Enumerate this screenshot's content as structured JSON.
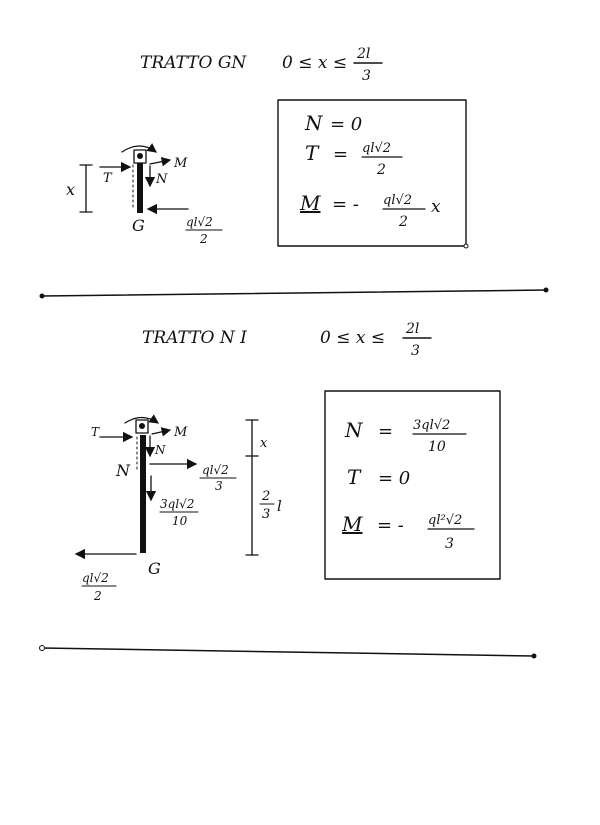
{
  "sections": [
    {
      "title": "TRATTO GN",
      "range": {
        "lower": "0 ≤ x ≤",
        "upper_num": "2l",
        "upper_den": "3"
      },
      "figure": {
        "coord_label": "x",
        "shear_label": "T",
        "normal_label": "N",
        "moment_label": "M",
        "node_label": "G",
        "load_num": "ql√2",
        "load_den": "2"
      },
      "equations": {
        "N": {
          "lhs": "N",
          "rhs": "= 0"
        },
        "T": {
          "lhs": "T",
          "eq": "=",
          "num": "ql√2",
          "den": "2"
        },
        "M": {
          "lhs": "M",
          "eq": "= -",
          "num": "ql√2",
          "den": "2",
          "suffix": "x"
        }
      }
    },
    {
      "title": "TRATTO N I",
      "range": {
        "lower": "0 ≤ x ≤",
        "upper_num": "2l",
        "upper_den": "3"
      },
      "figure": {
        "shear_label": "T",
        "moment_label": "M",
        "normal_label": "N",
        "node_n_label": "N",
        "node_g_label": "G",
        "coord_label": "x",
        "length_num": "2",
        "length_den": "3",
        "length_suffix": "l",
        "load_h_num": "ql√2",
        "load_h_den": "3",
        "load_axial_num": "3ql√2",
        "load_axial_den": "10",
        "load_base_num": "ql√2",
        "load_base_den": "2"
      },
      "equations": {
        "N": {
          "lhs": "N",
          "eq": "=",
          "num": "3ql√2",
          "den": "10"
        },
        "T": {
          "lhs": "T",
          "rhs": "= 0"
        },
        "M": {
          "lhs": "M",
          "eq": "= -",
          "num": "ql²√2",
          "den": "3"
        }
      }
    }
  ]
}
